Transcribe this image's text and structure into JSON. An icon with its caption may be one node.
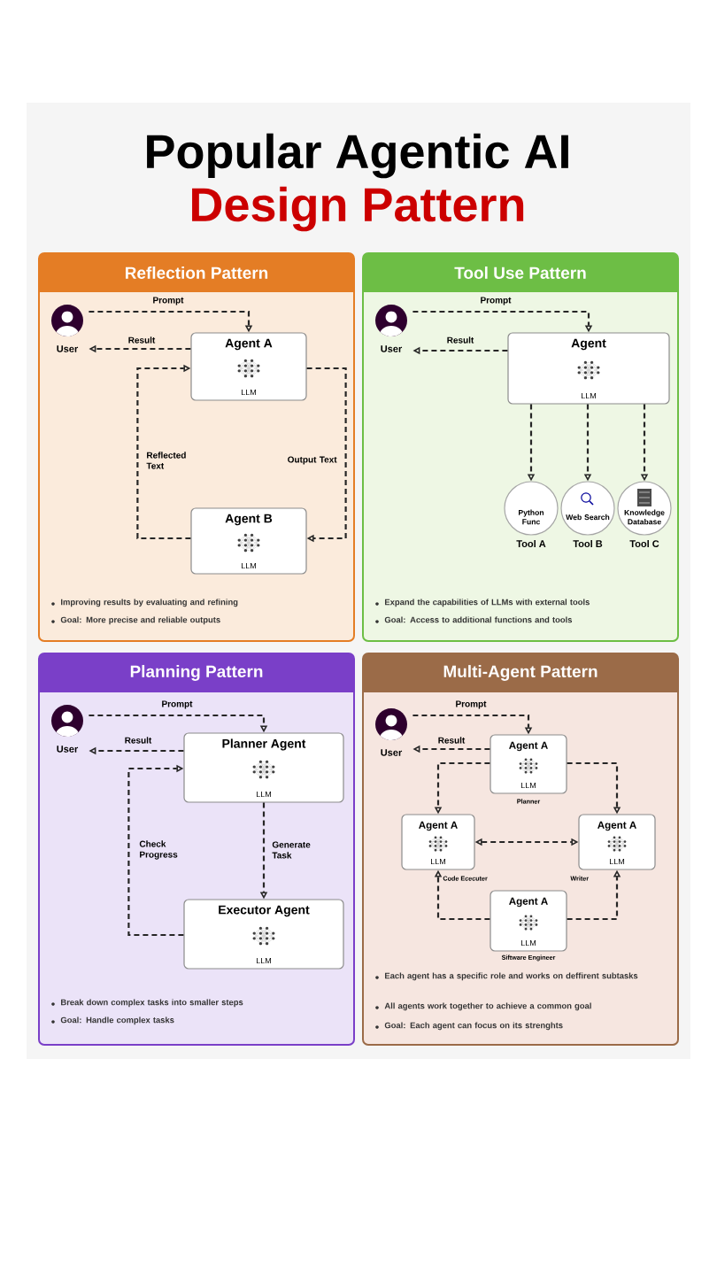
{
  "diagram": {
    "title": "Popular Agentic AI",
    "labels": [
      "Design Pattern"
    ],
    "nodes": [
      {
        "text": [
          "Reflection Pattern",
          "Improving results by evaluating and refining",
          "Goal: More precise and reliable outputs"
        ]
      },
      {
        "text": [
          "User"
        ],
        "in": 0
      },
      {
        "text": [
          "Agent A",
          "LLM"
        ],
        "in": 0
      },
      {
        "text": [
          "Agent B",
          "LLM"
        ],
        "in": 0
      },
      {
        "text": [
          "Tool Use Pattern",
          "Expand the capabilities of LLMs with external tools",
          "Goal: Access to additional functions and tools"
        ]
      },
      {
        "text": [
          "User"
        ],
        "in": 4
      },
      {
        "text": [
          "Agent",
          "LLM"
        ],
        "in": 4
      },
      {
        "text": [
          "Python Func"
        ],
        "beside": [
          "Tool A"
        ],
        "in": 4
      },
      {
        "text": [
          "Web Search"
        ],
        "beside": [
          "Tool B"
        ],
        "in": 4
      },
      {
        "text": [
          "Knowledge Database"
        ],
        "beside": [
          "Tool C"
        ],
        "in": 4
      },
      {
        "text": [
          "Planning Pattern",
          "Break down complex tasks into smaller steps",
          "Goal: Handle complex tasks"
        ]
      },
      {
        "text": [
          "User"
        ],
        "in": 10
      },
      {
        "text": [
          "Planner Agent",
          "LLM"
        ],
        "in": 10
      },
      {
        "text": [
          "Executor Agent",
          "LLM"
        ],
        "in": 10
      },
      {
        "text": [
          "Multi-Agent Pattern",
          "Each agent has a specific role and works on deffirent subtasks",
          "All agents work together to achieve a common goal",
          "Goal: Each agent can focus on its strenghts"
        ]
      },
      {
        "text": [
          "User"
        ],
        "in": 14
      },
      {
        "text": [
          "Agent A",
          "LLM"
        ],
        "beside": [
          "Planner"
        ],
        "in": 14
      },
      {
        "text": [
          "Agent A",
          "LLM"
        ],
        "beside": [
          "Code Ececuter"
        ],
        "in": 14
      },
      {
        "text": [
          "Agent A",
          "LLM"
        ],
        "beside": [
          "Writer"
        ],
        "in": 14
      },
      {
        "text": [
          "Agent A",
          "LLM"
        ],
        "beside": [
          "Siftware Engineer"
        ],
        "in": 14
      }
    ],
    "edges": [
      {
        "from": 1,
        "to": 2,
        "arrow": "to",
        "label": "Prompt"
      },
      {
        "from": 2,
        "to": 1,
        "arrow": "to",
        "label": "Result"
      },
      {
        "from": 2,
        "to": 3,
        "arrow": "to",
        "label": "Output Text"
      },
      {
        "from": 3,
        "to": 2,
        "arrow": "to",
        "label": "Reflected Text"
      },
      {
        "from": 5,
        "to": 6,
        "arrow": "to",
        "label": "Prompt"
      },
      {
        "from": 6,
        "to": 5,
        "arrow": "to",
        "label": "Result"
      },
      {
        "from": 6,
        "to": 7,
        "arrow": "to"
      },
      {
        "from": 6,
        "to": 8,
        "arrow": "to"
      },
      {
        "from": 6,
        "to": 9,
        "arrow": "to"
      },
      {
        "from": 11,
        "to": 12,
        "arrow": "to",
        "label": "Prompt"
      },
      {
        "from": 12,
        "to": 11,
        "arrow": "to",
        "label": "Result"
      },
      {
        "from": 12,
        "to": 13,
        "arrow": "to",
        "label": "Generate Task"
      },
      {
        "from": 13,
        "to": 12,
        "arrow": "to",
        "label": "Check Progress"
      },
      {
        "from": 15,
        "to": 16,
        "arrow": "to",
        "label": "Prompt"
      },
      {
        "from": 16,
        "to": 15,
        "arrow": "to",
        "label": "Result"
      },
      {
        "from": 16,
        "to": 17,
        "arrow": "to"
      },
      {
        "from": 16,
        "to": 18,
        "arrow": "to"
      },
      {
        "from": 17,
        "to": 18,
        "arrow": "both"
      },
      {
        "from": 19,
        "to": 17,
        "arrow": "to"
      },
      {
        "from": 19,
        "to": 18,
        "arrow": "to"
      }
    ]
  }
}
